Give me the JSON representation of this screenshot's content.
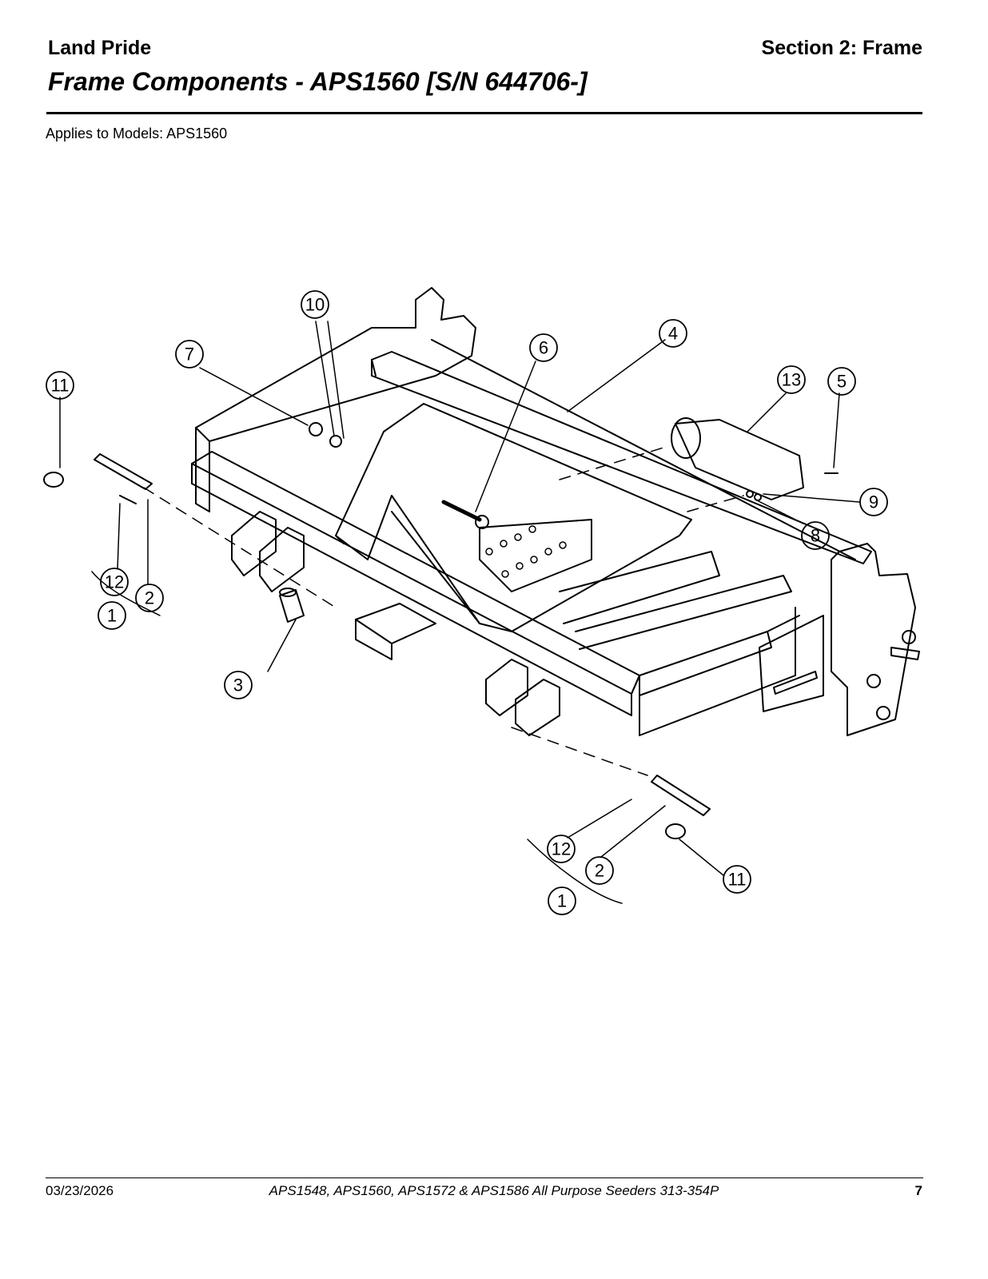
{
  "header": {
    "brand": "Land Pride",
    "section": "Section 2: Frame",
    "title": "Frame Components - APS1560 [S/N 644706-]"
  },
  "applies_to": "Applies to Models: APS1560",
  "diagram": {
    "callouts": [
      "11",
      "7",
      "10",
      "6",
      "4",
      "13",
      "5",
      "9",
      "8",
      "12",
      "2",
      "1",
      "3",
      "12",
      "2",
      "1",
      "11"
    ]
  },
  "footer": {
    "date": "03/23/2026",
    "document": "APS1548, APS1560, APS1572 & APS1586  All Purpose Seeders  313-354P",
    "page": "7"
  }
}
